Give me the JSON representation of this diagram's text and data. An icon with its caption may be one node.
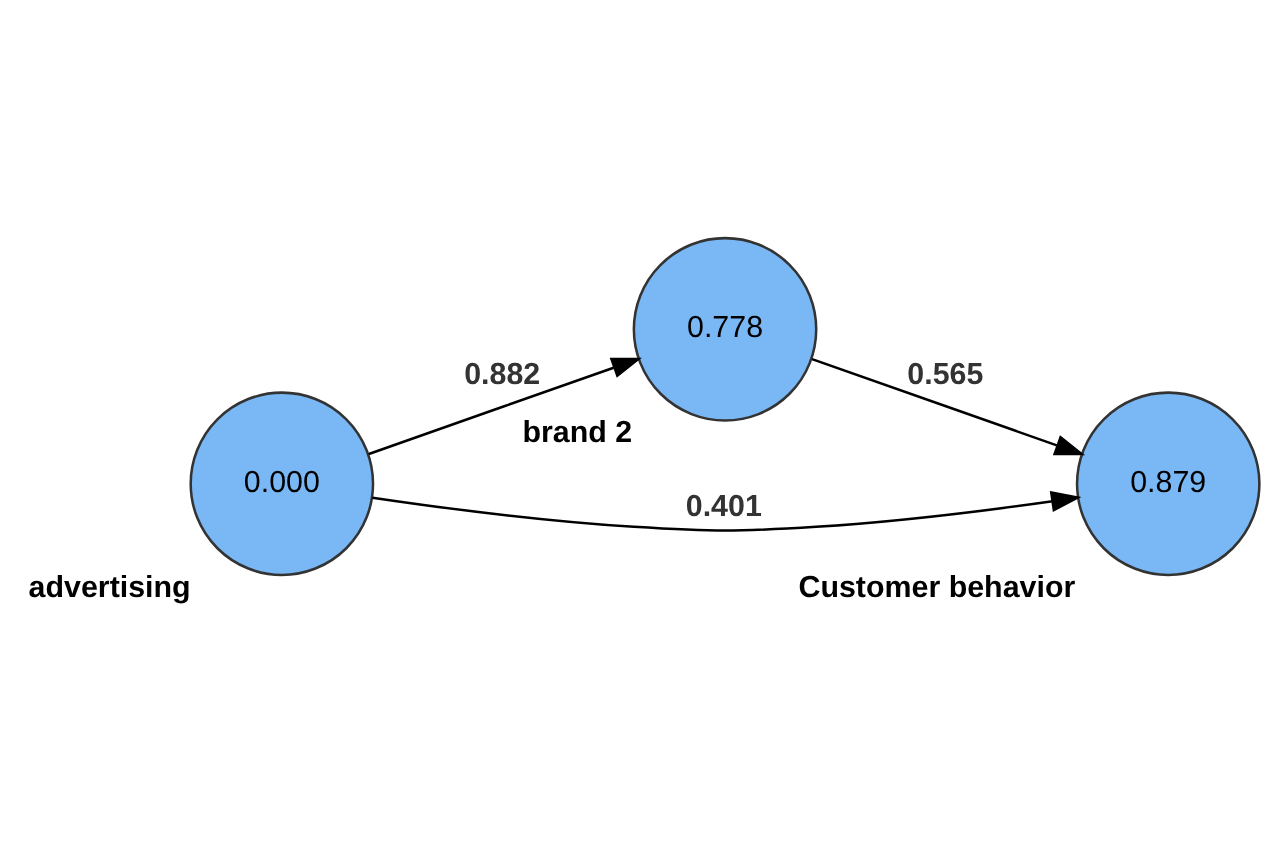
{
  "diagram": {
    "nodes": [
      {
        "text": [
          "0.000"
        ],
        "beside": [
          "advertising"
        ]
      },
      {
        "text": [
          "0.778"
        ],
        "beside": [
          "brand 2"
        ]
      },
      {
        "text": [
          "0.879"
        ],
        "beside": [
          "Customer behavior"
        ]
      }
    ],
    "edges": [
      {
        "from": 0,
        "to": 1,
        "arrow": "to",
        "label": "0.882"
      },
      {
        "from": 1,
        "to": 2,
        "arrow": "to",
        "label": "0.565"
      },
      {
        "from": 0,
        "to": 2,
        "arrow": "to",
        "label": "0.401"
      }
    ]
  }
}
